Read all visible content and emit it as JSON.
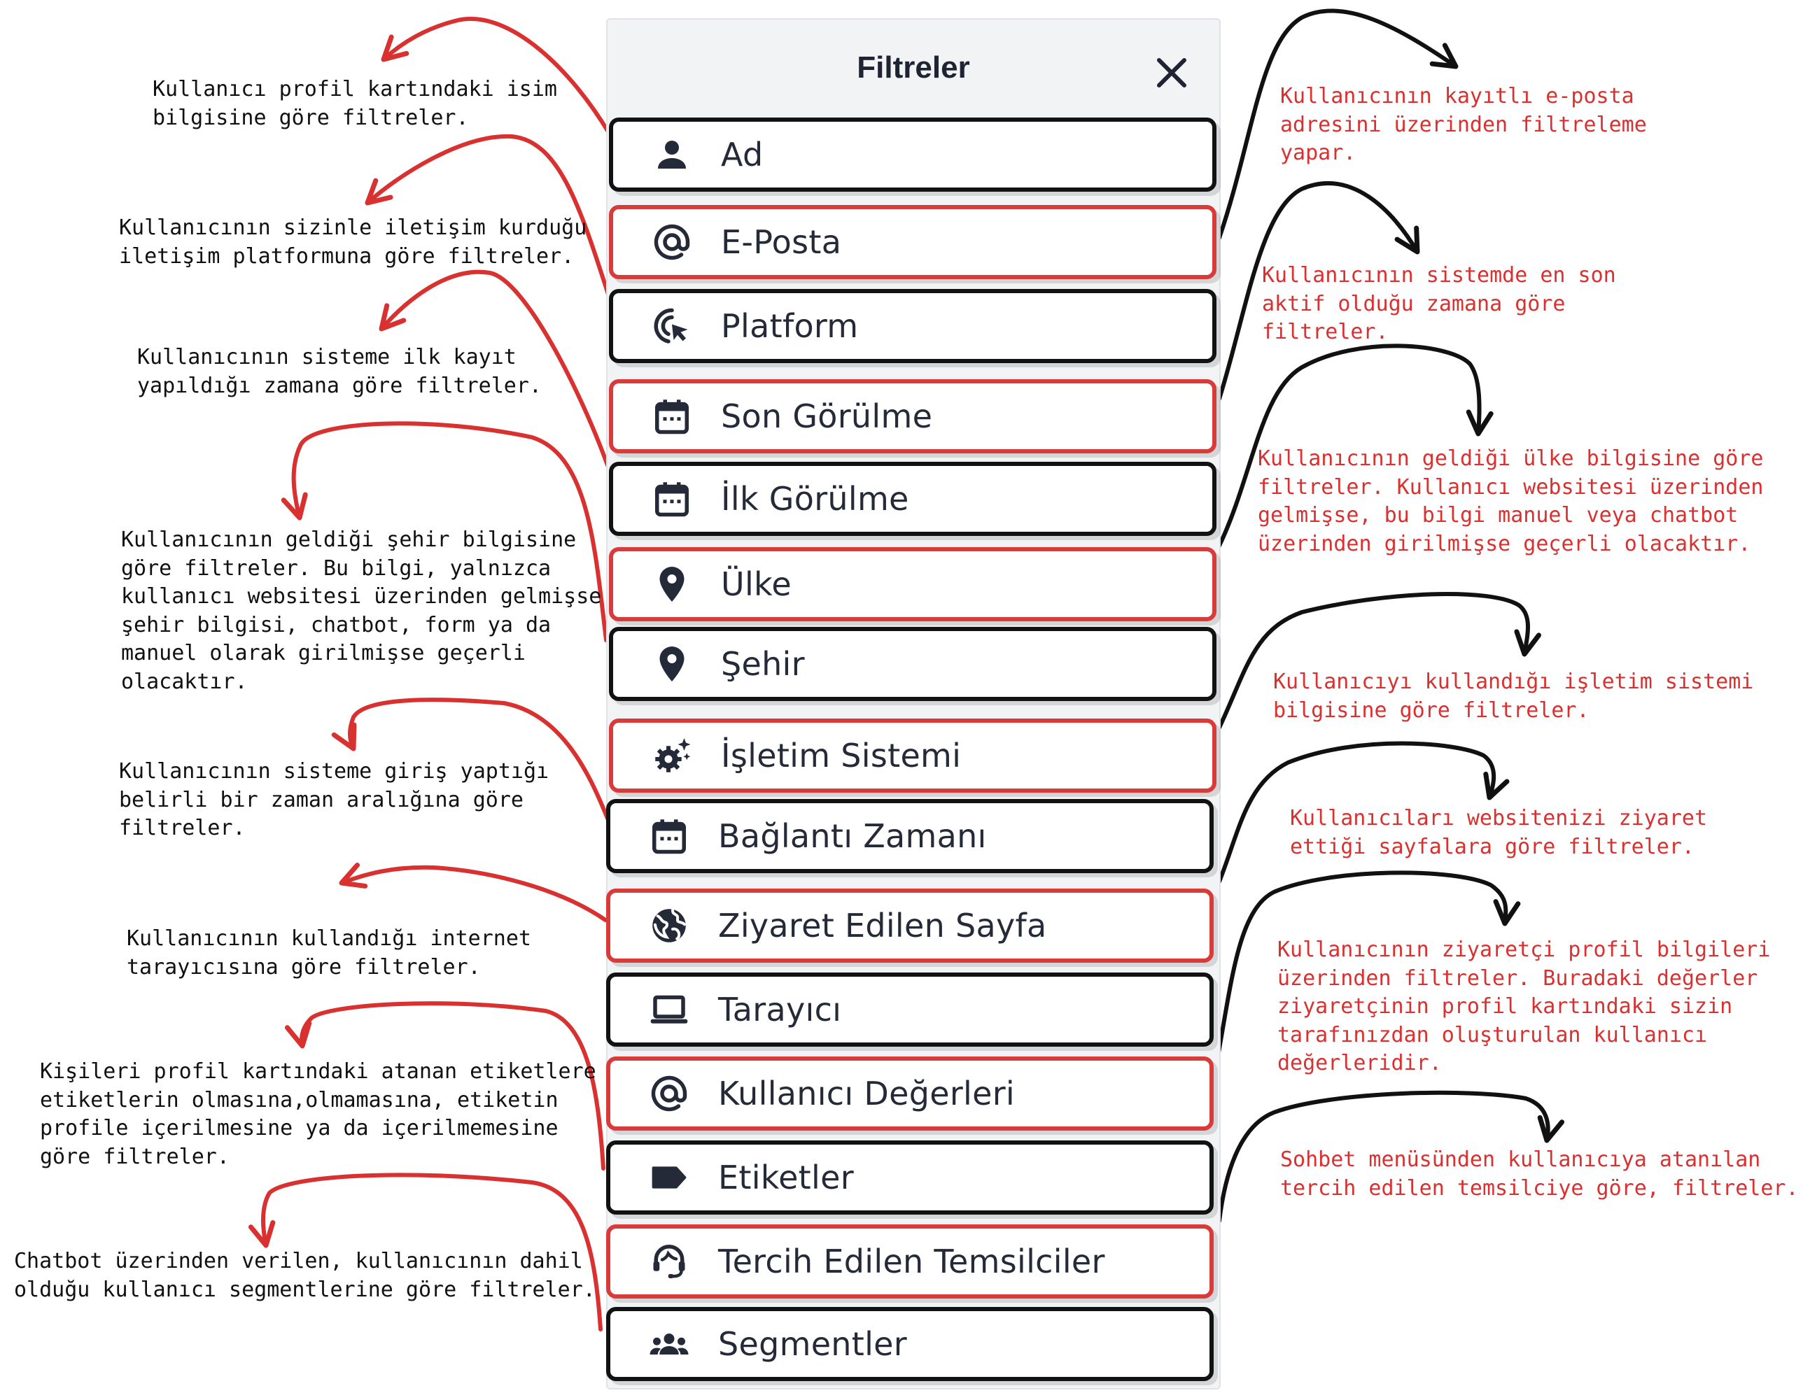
{
  "panel": {
    "title": "Filtreler",
    "close_icon": "close-icon",
    "items": [
      {
        "label": "Ad",
        "icon": "person-icon",
        "highlight": false
      },
      {
        "label": "E-Posta",
        "icon": "at-sign-icon",
        "highlight": true
      },
      {
        "label": "Platform",
        "icon": "cursor-click-icon",
        "highlight": false
      },
      {
        "label": "Son Görülme",
        "icon": "calendar-icon",
        "highlight": true
      },
      {
        "label": "İlk Görülme",
        "icon": "calendar-icon",
        "highlight": false
      },
      {
        "label": "Ülke",
        "icon": "location-pin-icon",
        "highlight": true
      },
      {
        "label": "Şehir",
        "icon": "location-pin-icon",
        "highlight": false
      },
      {
        "label": "İşletim Sistemi",
        "icon": "gear-sparkle-icon",
        "highlight": true
      },
      {
        "label": "Bağlantı Zamanı",
        "icon": "calendar-icon",
        "highlight": false
      },
      {
        "label": "Ziyaret Edilen Sayfa",
        "icon": "globe-icon",
        "highlight": true
      },
      {
        "label": "Tarayıcı",
        "icon": "laptop-icon",
        "highlight": false
      },
      {
        "label": "Kullanıcı Değerleri",
        "icon": "at-sign-icon",
        "highlight": true
      },
      {
        "label": "Etiketler",
        "icon": "label-tag-icon",
        "highlight": false
      },
      {
        "label": "Tercih Edilen Temsilciler",
        "icon": "support-agent-icon",
        "highlight": true
      },
      {
        "label": "Segmentler",
        "icon": "group-icon",
        "highlight": false
      }
    ]
  },
  "annotations": {
    "left": [
      "Kullanıcı profil kartındaki isim\nbilgisine göre filtreler.",
      "Kullanıcının sizinle iletişim kurduğu\niletişim platformuna göre filtreler.",
      "Kullanıcının sisteme ilk kayıt\nyapıldığı zamana göre filtreler.",
      "Kullanıcının geldiği şehir bilgisine\ngöre filtreler. Bu bilgi, yalnızca\nkullanıcı websitesi üzerinden gelmişse\nşehir bilgisi, chatbot, form ya da\nmanuel olarak girilmişse geçerli\nolacaktır.",
      "Kullanıcının sisteme giriş yaptığı\nbelirli bir zaman aralığına göre\nfiltreler.",
      "Kullanıcının kullandığı internet\ntarayıcısına göre filtreler.",
      "Kişileri profil kartındaki atanan etiketlere\netiketlerin olmasına,olmamasına, etiketin\nprofile içerilmesine ya da içerilmemesine\ngöre filtreler.",
      "Chatbot üzerinden verilen, kullanıcının dahil\nolduğu kullanıcı segmentlerine göre filtreler."
    ],
    "right": [
      "Kullanıcının kayıtlı e-posta\nadresini üzerinden filtreleme\nyapar.",
      "Kullanıcının sistemde en son\naktif olduğu zamana göre\nfiltreler.",
      "Kullanıcının geldiği ülke bilgisine göre\nfiltreler. Kullanıcı websitesi üzerinden\ngelmişse, bu bilgi manuel veya chatbot\nüzerinden girilmişse geçerli olacaktır.",
      "Kullanıcıyı kullandığı işletim sistemi\nbilgisine göre filtreler.",
      "Kullanıcıları websitenizi ziyaret\nettiği sayfalara göre filtreler.",
      "Kullanıcının ziyaretçi profil bilgileri\nüzerinden filtreler. Buradaki değerler\nziyaretçinin profil kartındaki sizin\ntarafınızdan oluşturulan kullanıcı\ndeğerleridir.",
      "Sohbet menüsünden kullanıcıya atanılan\ntercih edilen temsilciye göre, filtreler."
    ]
  },
  "colors": {
    "annotation_red": "#d93030",
    "annotation_black": "#111111",
    "item_border_dark": "#121212",
    "item_border_red": "#d93a3a",
    "panel_bg": "#f2f3f5",
    "icon_color": "#242a38"
  }
}
